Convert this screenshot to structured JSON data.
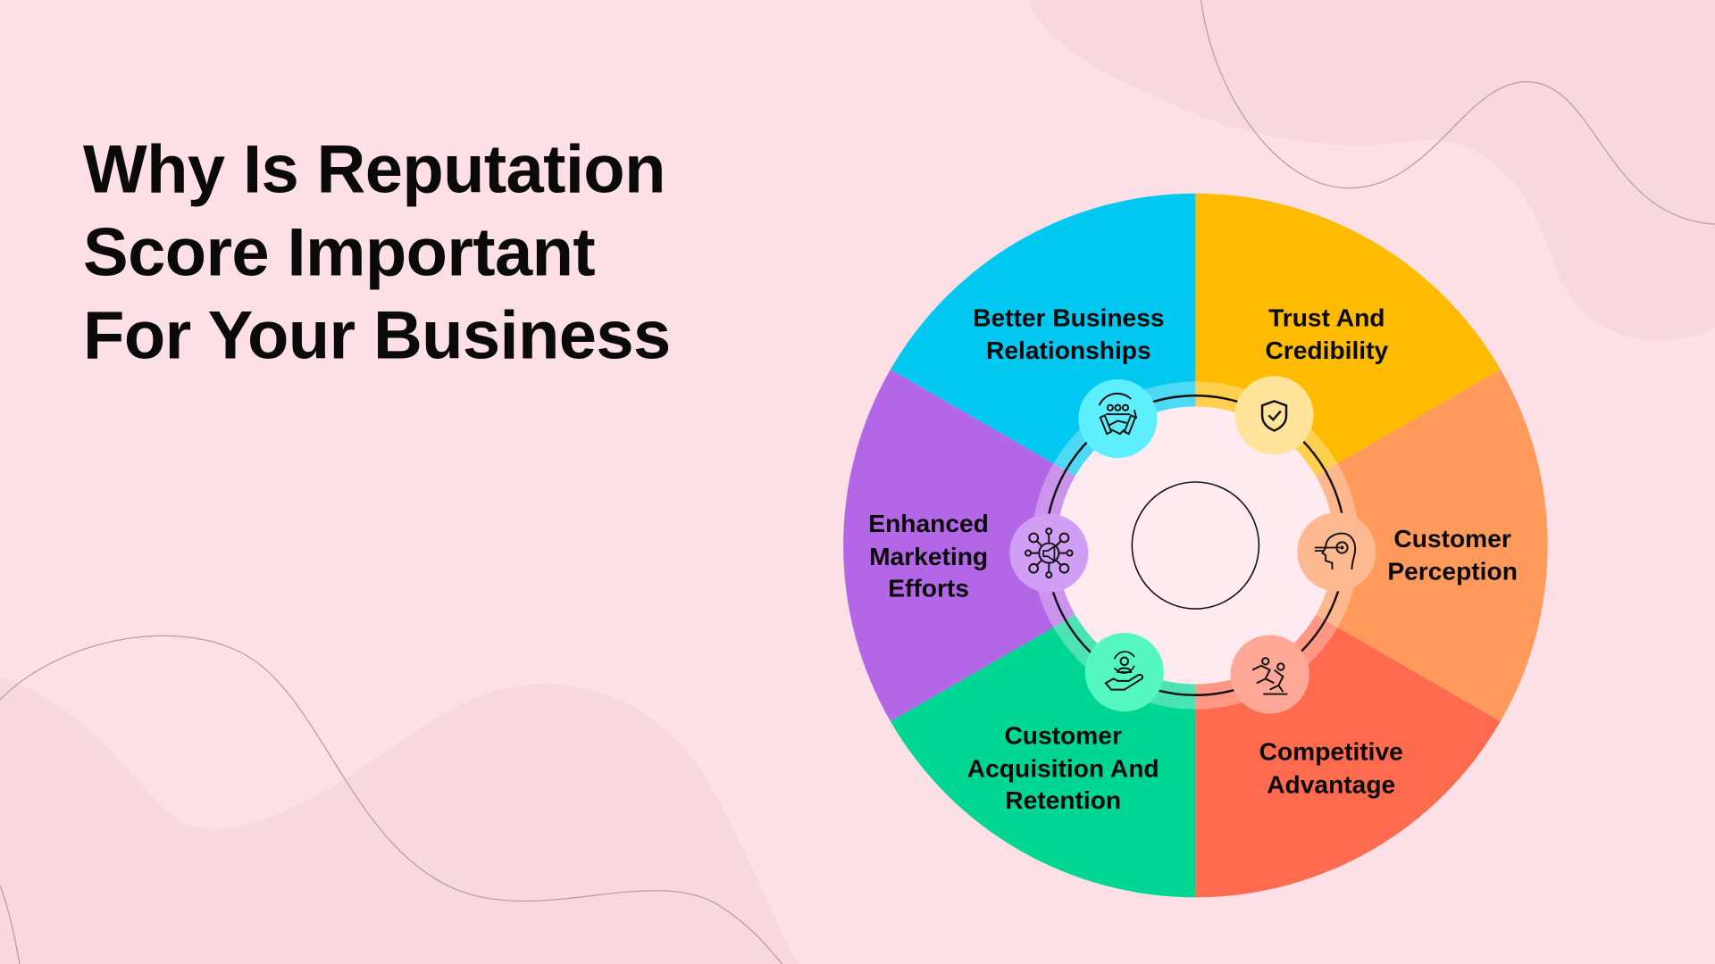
{
  "title": {
    "lines": [
      "Why Is Reputation",
      "Score Important",
      "For Your Business"
    ]
  },
  "segments": [
    {
      "id": "trust",
      "lines": [
        "Trust And",
        "Credibility"
      ],
      "color": "#FFBB00",
      "icon_bg": "#FFE39A",
      "icon": "shield-check-icon"
    },
    {
      "id": "perception",
      "lines": [
        "Customer",
        "Perception"
      ],
      "color": "#FF9A5C",
      "icon_bg": "#FFB990",
      "icon": "head-target-icon"
    },
    {
      "id": "competitive",
      "lines": [
        "Competitive",
        "Advantage"
      ],
      "color": "#FF6B4F",
      "icon_bg": "#FFA898",
      "icon": "runners-icon"
    },
    {
      "id": "acquisition",
      "lines": [
        "Customer",
        "Acquisition And",
        "Retention"
      ],
      "color": "#00D693",
      "icon_bg": "#55F7C0",
      "icon": "hand-user-cycle-icon"
    },
    {
      "id": "marketing",
      "lines": [
        "Enhanced",
        "Marketing",
        "Efforts"
      ],
      "color": "#B366E6",
      "icon_bg": "#D09EF5",
      "icon": "megaphone-network-icon"
    },
    {
      "id": "relationships",
      "lines": [
        "Better Business",
        "Relationships"
      ],
      "color": "#00C8F0",
      "icon_bg": "#5EEFFF",
      "icon": "handshake-group-icon"
    }
  ],
  "colors": {
    "background": "#FDE0E6",
    "blob": "#F7D8DE",
    "inner": "#FFEBEF"
  }
}
